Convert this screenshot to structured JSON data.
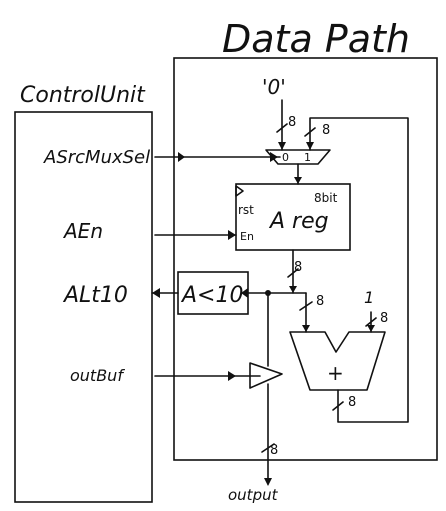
{
  "datapath": {
    "title": "Data Path",
    "const_zero": "'0'",
    "mux_in0": "0",
    "mux_in1": "1",
    "areg_width": "8bit",
    "areg_label": "A reg",
    "areg_rst": "rst",
    "areg_en": "En",
    "comparator_label": "A<10",
    "adder_const": "1",
    "adder_label": "+",
    "output_label": "output",
    "bus_width": "8"
  },
  "control_unit": {
    "title": "ControlUnit",
    "signals": [
      "ASrcMuxSel",
      "AEn",
      "ALt10",
      "outBuf"
    ]
  }
}
